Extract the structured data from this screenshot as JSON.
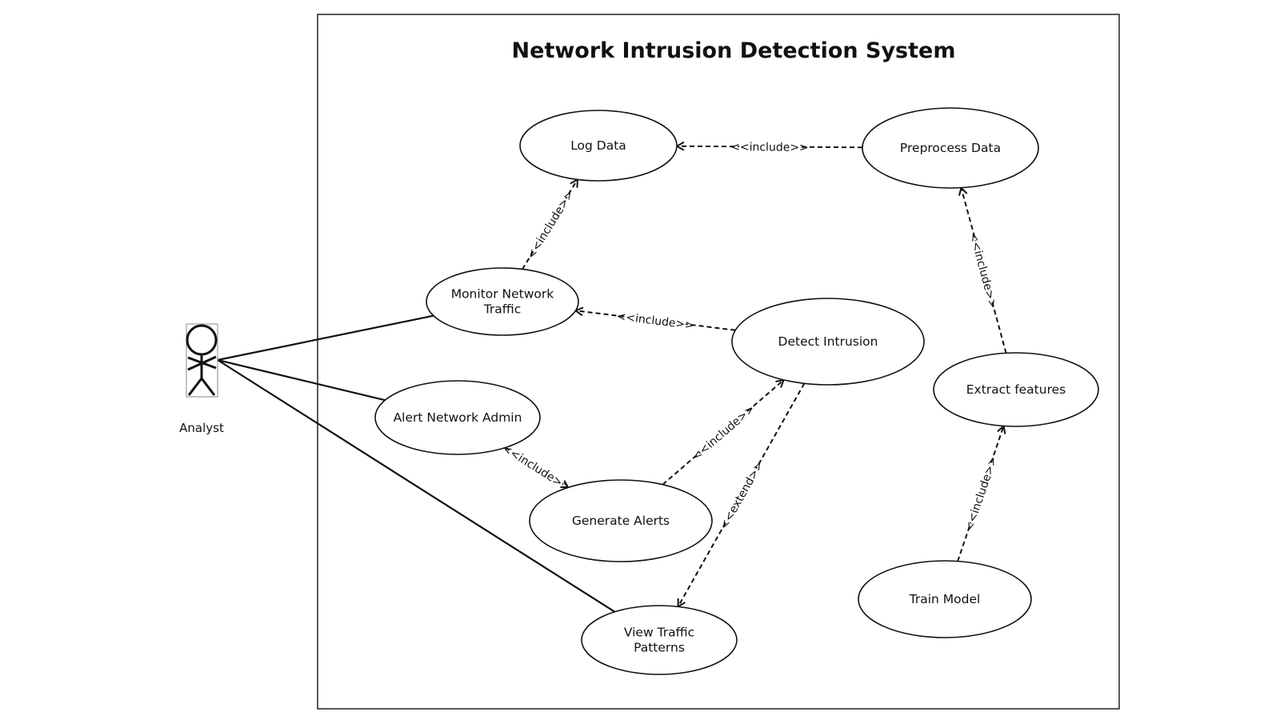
{
  "system": {
    "title": "Network Intrusion Detection System"
  },
  "actor": {
    "name": "Analyst",
    "icon": "stick-figure-icon"
  },
  "use_cases": [
    {
      "id": "log-data",
      "lines": [
        "Log Data"
      ]
    },
    {
      "id": "preprocess-data",
      "lines": [
        "Preprocess Data"
      ]
    },
    {
      "id": "monitor-network-traffic",
      "lines": [
        "Monitor Network",
        "Traffic"
      ]
    },
    {
      "id": "detect-intrusion",
      "lines": [
        "Detect Intrusion"
      ]
    },
    {
      "id": "extract-features",
      "lines": [
        "Extract features"
      ]
    },
    {
      "id": "alert-network-admin",
      "lines": [
        "Alert Network Admin"
      ]
    },
    {
      "id": "generate-alerts",
      "lines": [
        "Generate Alerts"
      ]
    },
    {
      "id": "train-model",
      "lines": [
        "Train Model"
      ]
    },
    {
      "id": "view-traffic-patterns",
      "lines": [
        "View Traffic",
        "Patterns"
      ]
    }
  ],
  "associations": [
    {
      "from": "actor",
      "to": "monitor-network-traffic"
    },
    {
      "from": "actor",
      "to": "alert-network-admin"
    },
    {
      "from": "actor",
      "to": "view-traffic-patterns"
    }
  ],
  "relationships": [
    {
      "from": "preprocess-data",
      "to": "log-data",
      "label": "<<include>>"
    },
    {
      "from": "monitor-network-traffic",
      "to": "log-data",
      "label": "<<include>>"
    },
    {
      "from": "detect-intrusion",
      "to": "monitor-network-traffic",
      "label": "<<include>>"
    },
    {
      "from": "extract-features",
      "to": "preprocess-data",
      "label": "<<include>>"
    },
    {
      "from": "alert-network-admin",
      "to": "generate-alerts",
      "label": "<<include>>"
    },
    {
      "from": "generate-alerts",
      "to": "detect-intrusion",
      "label": "<<include>>"
    },
    {
      "from": "detect-intrusion",
      "to": "view-traffic-patterns",
      "label": "<<extend>>"
    },
    {
      "from": "train-model",
      "to": "extract-features",
      "label": "<<include>>"
    }
  ]
}
